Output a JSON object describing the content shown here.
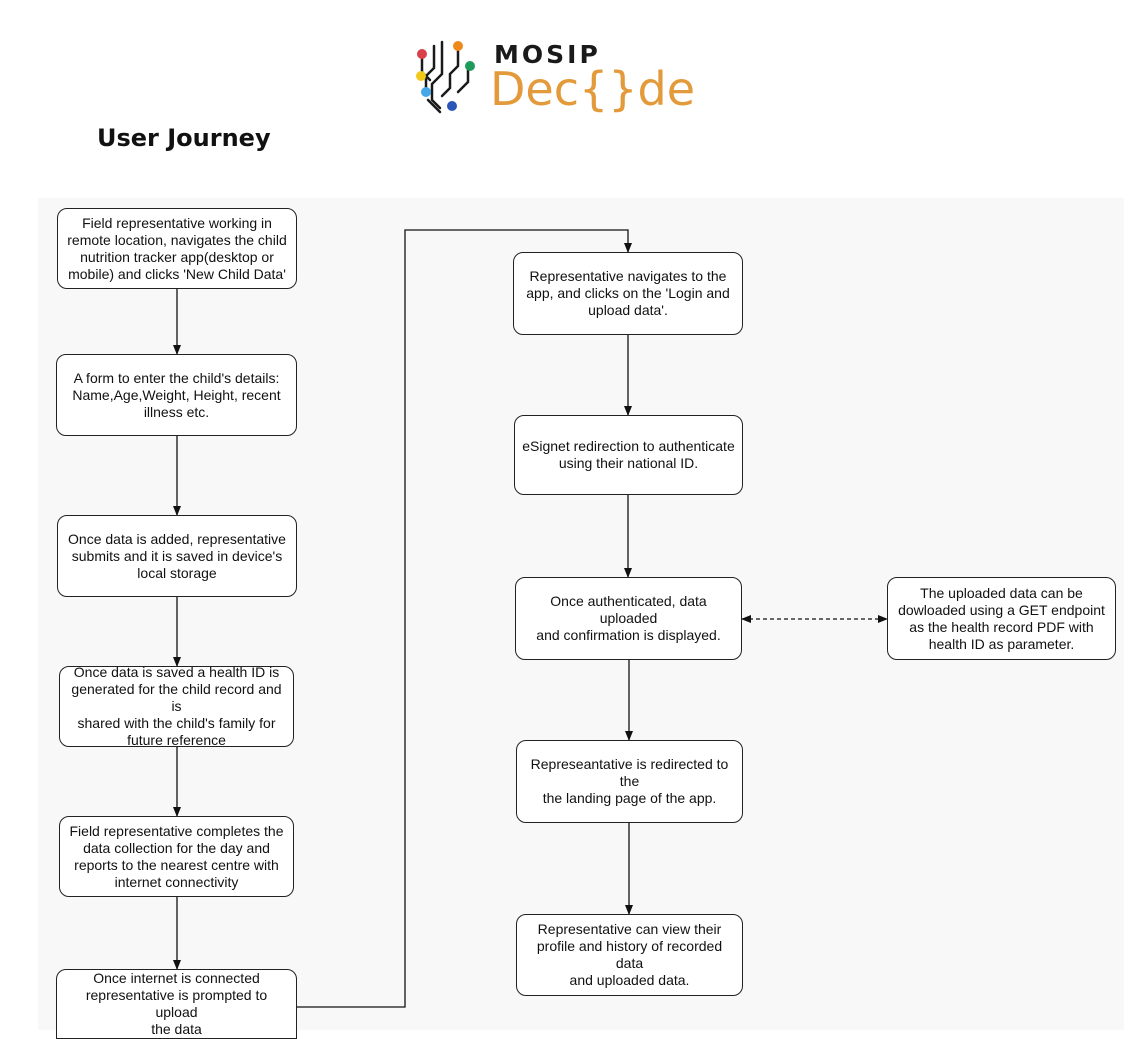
{
  "header": {
    "logo_top": "MOSIP",
    "logo_bottom": "Dec{}de",
    "title": "User Journey"
  },
  "flow": {
    "left_column": [
      "Field representative working in\nremote location, navigates the child\nnutrition tracker app(desktop or\nmobile) and clicks 'New Child Data'",
      "A form to enter the child's details:\nName,Age,Weight, Height, recent\nillness etc.",
      "Once data is added, representative\nsubmits and it is saved in device's\nlocal storage",
      "Once data is saved a health ID is\ngenerated for the child record and is\nshared with the child's family for\nfuture reference",
      "Field representative completes the\ndata collection for the day and\nreports to the nearest centre with\ninternet connectivity",
      "Once internet is connected\nrepresentative is prompted to upload\nthe data"
    ],
    "middle_column": [
      "Representative navigates to the\napp, and clicks on the 'Login and\nupload data'.",
      "eSignet redirection to authenticate\nusing their national ID.",
      "Once authenticated, data uploaded\nand confirmation is displayed.",
      "Represeantative is redirected to the\nthe landing page of the app.",
      "Representative can view their\nprofile and history of recorded data\nand uploaded data."
    ],
    "side_note": "The uploaded data can be\ndowloaded using a GET endpoint\nas the health record PDF with\nhealth ID as parameter."
  }
}
